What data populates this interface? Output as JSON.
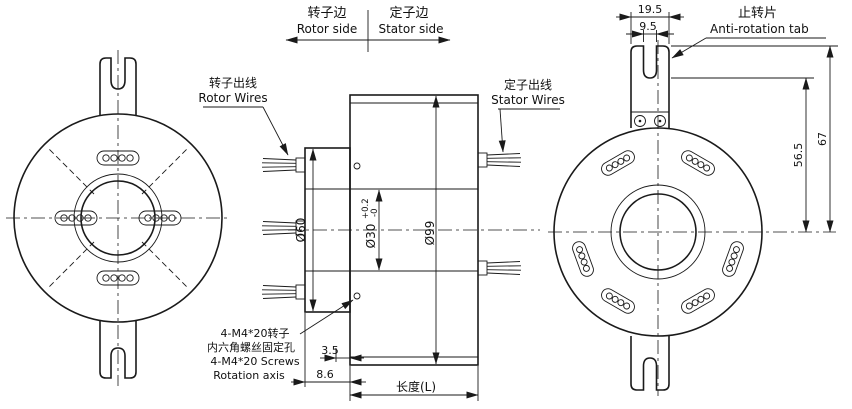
{
  "labels": {
    "rotor_side_cn": "转子边",
    "rotor_side_en": "Rotor side",
    "stator_side_cn": "定子边",
    "stator_side_en": "Stator  side",
    "rotor_wires_cn": "转子出线",
    "rotor_wires_en": "Rotor Wires",
    "stator_wires_cn": "定子出线",
    "stator_wires_en": "Stator Wires",
    "anti_rotation_cn": "止转片",
    "anti_rotation_en": "Anti-rotation tab",
    "screw_note_1": "4-M4*20转子",
    "screw_note_2": "内六角螺丝固定孔",
    "screw_note_3": "4-M4*20 Screws",
    "screw_note_4": "Rotation axis",
    "length_label": "长度(L)"
  },
  "dims": {
    "tab_width": "19.5",
    "tab_slot_width": "9.5",
    "tab_inner_height": "56.5",
    "tab_outer_height": "67",
    "flange_dia": "Ø60",
    "bore_dia": "Ø30",
    "bore_tol_upper": "+0.2",
    "bore_tol_lower": "-0",
    "body_dia": "Ø99",
    "step": "3.5",
    "flange_thickness": "8.6"
  },
  "colors": {
    "line": "#1a1a1a",
    "background": "#ffffff"
  }
}
